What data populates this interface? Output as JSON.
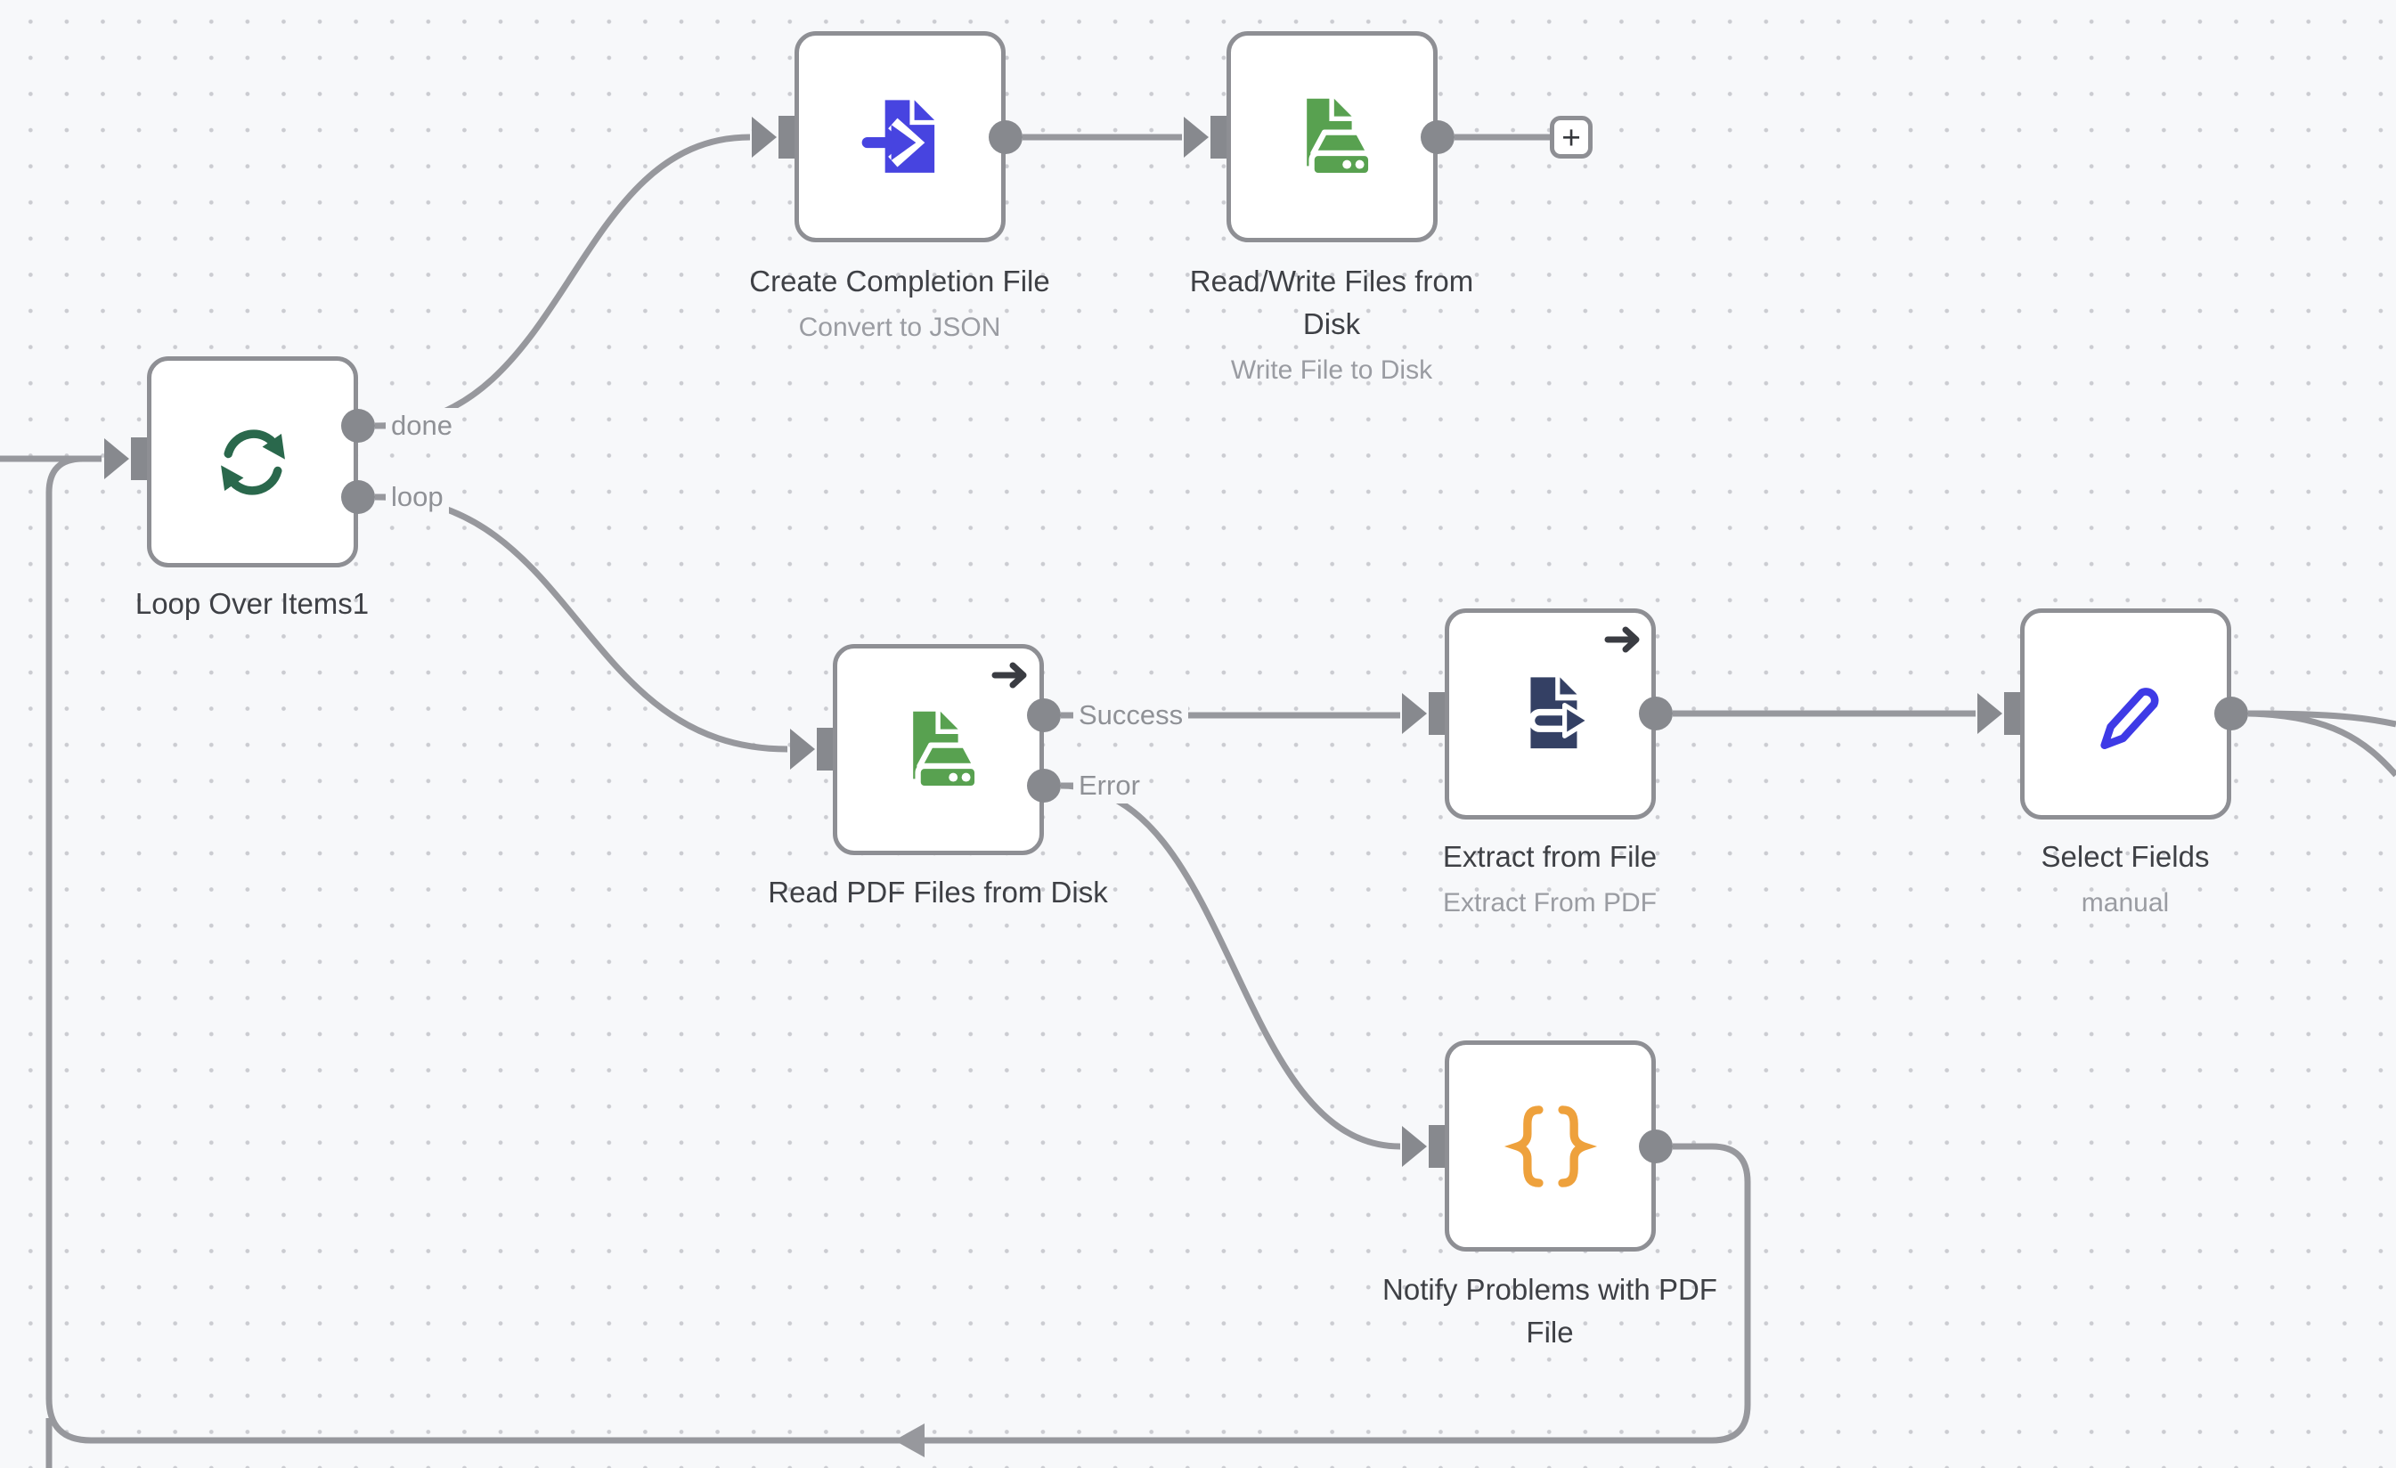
{
  "canvas": {
    "background": "#f7f8fa",
    "dot_color": "#cbccd1",
    "edge_color": "#97989d",
    "node_border_color": "#8e8f94"
  },
  "nodes": {
    "loop": {
      "title": "Loop Over Items1",
      "icon": "sync-icon",
      "icon_color": "#2a684c",
      "outputs": {
        "done": "done",
        "loop": "loop"
      }
    },
    "create": {
      "title": "Create Completion File",
      "subtitle": "Convert to JSON",
      "icon": "file-import-icon",
      "icon_color": "#4744e0"
    },
    "readwrite": {
      "title": "Read/Write Files from Disk",
      "subtitle": "Write File to Disk",
      "icon": "file-hdd-icon",
      "icon_color": "#58a150"
    },
    "readpdf": {
      "title": "Read PDF Files from Disk",
      "icon": "file-hdd-icon",
      "icon_color": "#58a150",
      "outputs": {
        "success": "Success",
        "error": "Error"
      }
    },
    "extract": {
      "title": "Extract from File",
      "subtitle": "Extract From PDF",
      "icon": "file-export-icon",
      "icon_color": "#344064"
    },
    "select": {
      "title": "Select Fields",
      "subtitle": "manual",
      "icon": "pencil-icon",
      "icon_color": "#3e3ae6"
    },
    "notify": {
      "title": "Notify Problems with PDF File",
      "icon": "braces-icon",
      "icon_color": "#eea13c"
    }
  },
  "controls": {
    "add_node_label": "+"
  }
}
